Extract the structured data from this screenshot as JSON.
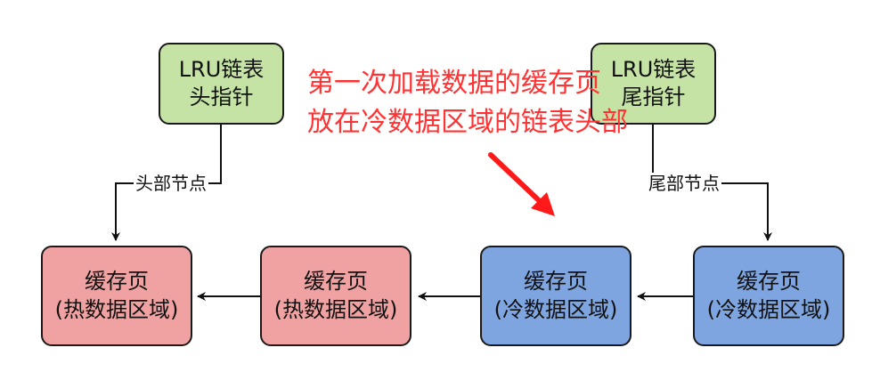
{
  "pointers": {
    "head": {
      "line1": "LRU链表",
      "line2": "头指针"
    },
    "tail": {
      "line1": "LRU链表",
      "line2": "尾指针"
    }
  },
  "edge_labels": {
    "head_node": "头部节点",
    "tail_node": "尾部节点"
  },
  "note": {
    "line1": "第一次加载数据的缓存页",
    "line2": "放在冷数据区域的链表头部"
  },
  "cache_pages": [
    {
      "title": "缓存页",
      "region": "(热数据区域)"
    },
    {
      "title": "缓存页",
      "region": "(热数据区域)"
    },
    {
      "title": "缓存页",
      "region": "(冷数据区域)"
    },
    {
      "title": "缓存页",
      "region": "(冷数据区域)"
    }
  ],
  "colors": {
    "pointer_fill": "#c5e3a5",
    "hot_fill": "#f0a2a2",
    "cold_fill": "#7ea5e0",
    "note_text": "#ff3333",
    "note_arrow": "#ff1a1a"
  }
}
